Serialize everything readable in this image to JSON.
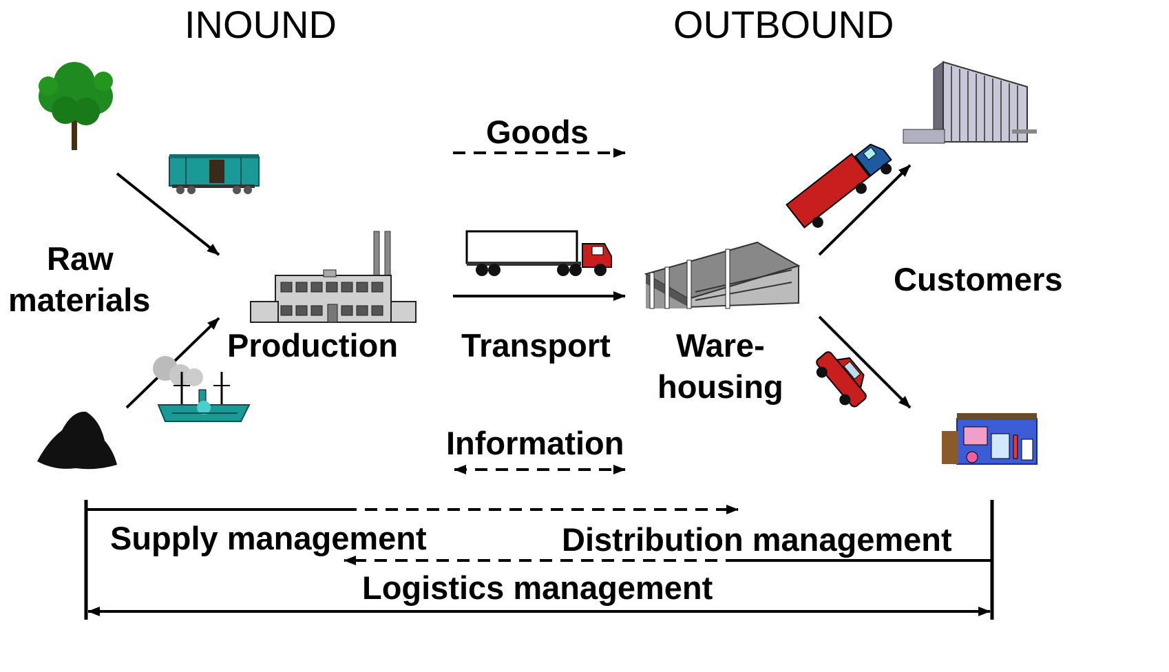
{
  "headings": {
    "inbound": "INOUND",
    "outbound": "OUTBOUND"
  },
  "labels": {
    "raw_materials": [
      "Raw",
      "materials"
    ],
    "production": "Production",
    "goods": "Goods",
    "transport": "Transport",
    "warehousing": [
      "Ware-",
      "housing"
    ],
    "customers": "Customers",
    "information": "Information"
  },
  "management": {
    "supply": "Supply management",
    "distribution": "Distribution management",
    "logistics": "Logistics management"
  },
  "icons": [
    "tree-icon",
    "freight-railcar-icon",
    "coal-pile-icon",
    "steamship-icon",
    "factory-icon",
    "semi-truck-icon",
    "warehouse-icon",
    "red-truck-icon",
    "red-car-icon",
    "office-building-icon",
    "shop-icon"
  ],
  "colors": {
    "tree": "#1f8a1f",
    "railcar": "#1a9a96",
    "ship": "#1a9a96",
    "truck_red": "#c81e1e",
    "truck_blue": "#1e5aa0"
  }
}
